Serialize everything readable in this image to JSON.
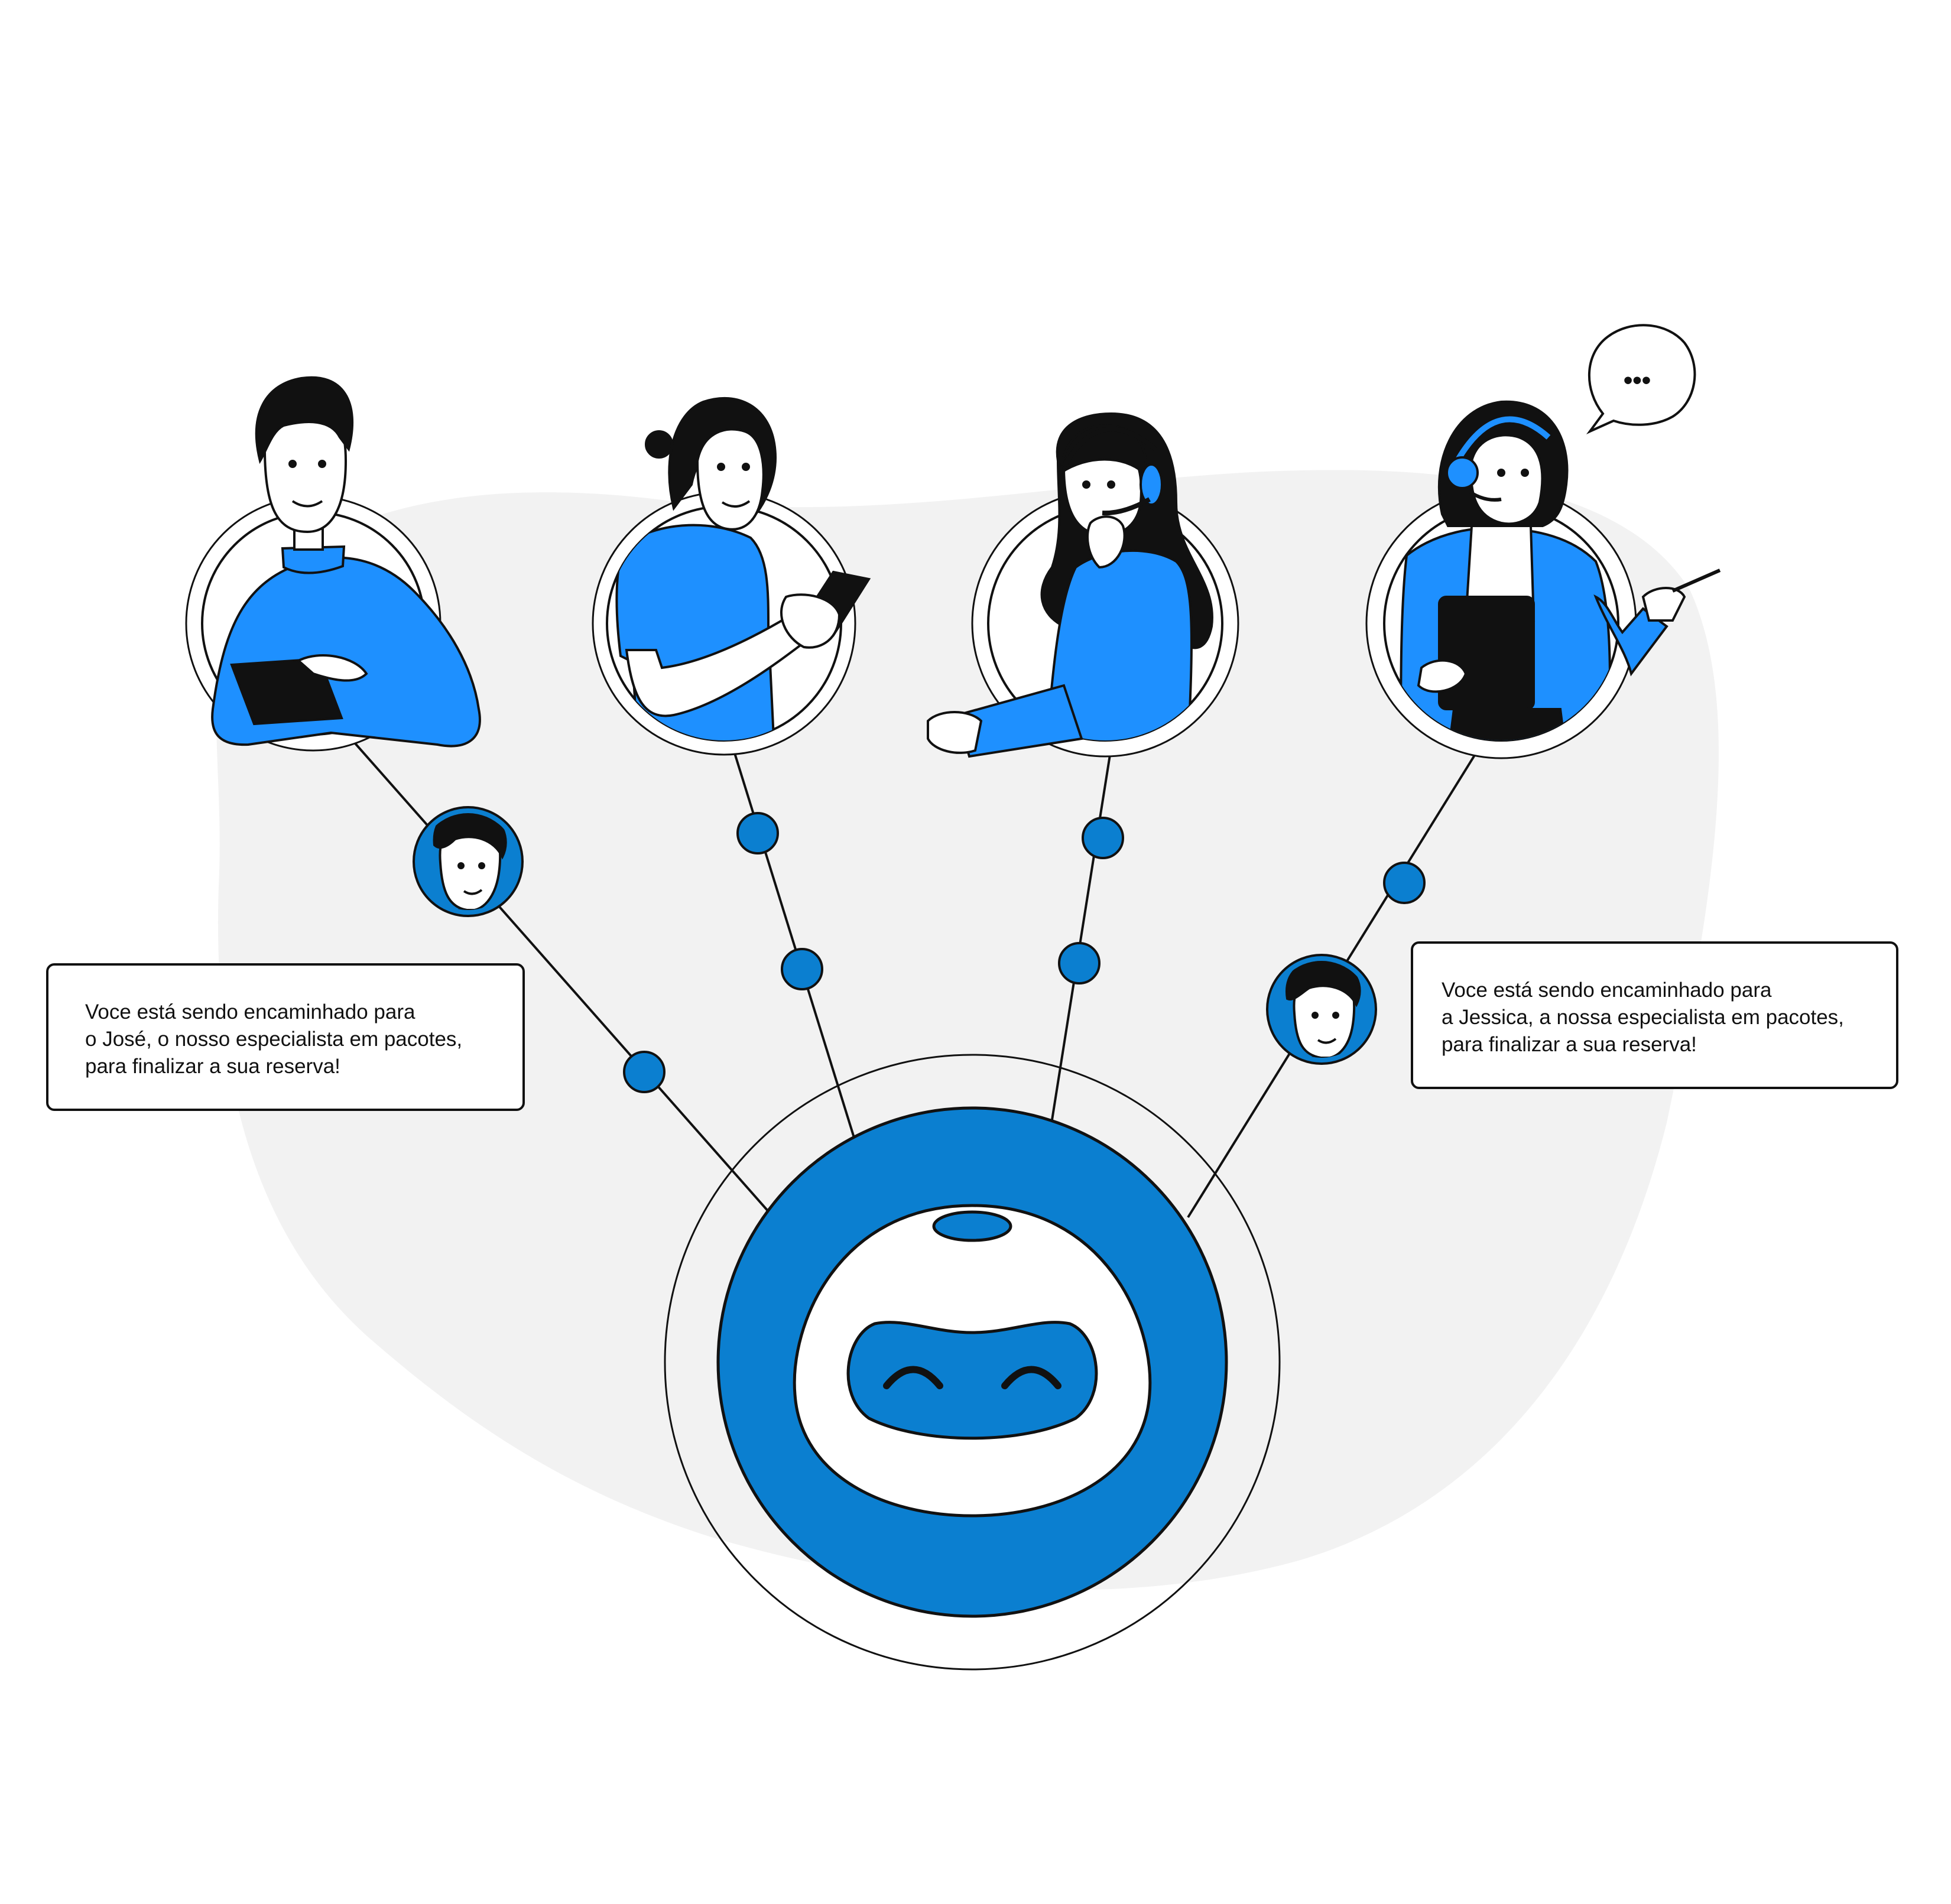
{
  "palette": {
    "primary_blue": "#0b7fd0",
    "light_blue": "#1e90ff",
    "blob_gray": "#f2f2f2",
    "outline": "#111111",
    "white": "#ffffff"
  },
  "center_node": {
    "icon": "smiling-robot-head-icon"
  },
  "agents": [
    {
      "id": "agent-1",
      "icon": "man-with-tablet-icon"
    },
    {
      "id": "agent-2",
      "icon": "person-with-smartphone-icon"
    },
    {
      "id": "agent-3",
      "icon": "woman-with-headset-icon"
    },
    {
      "id": "agent-4",
      "icon": "woman-with-headset-and-clipboard-icon"
    }
  ],
  "avatars": [
    {
      "id": "avatar-left",
      "icon": "man-face-avatar-icon"
    },
    {
      "id": "avatar-right",
      "icon": "man-face-avatar-icon"
    }
  ],
  "speech_bubble": {
    "icon": "typing-ellipsis-icon",
    "text": "•••"
  },
  "messages": {
    "left": {
      "line1": "Voce está sendo encaminhado para",
      "line2": "o José, o nosso especialista em pacotes,",
      "line3": "para finalizar a sua reserva!"
    },
    "right": {
      "line1": "Voce está sendo encaminhado para",
      "line2": "a Jessica, a nossa especialista em pacotes,",
      "line3": "para finalizar a sua reserva!"
    }
  }
}
